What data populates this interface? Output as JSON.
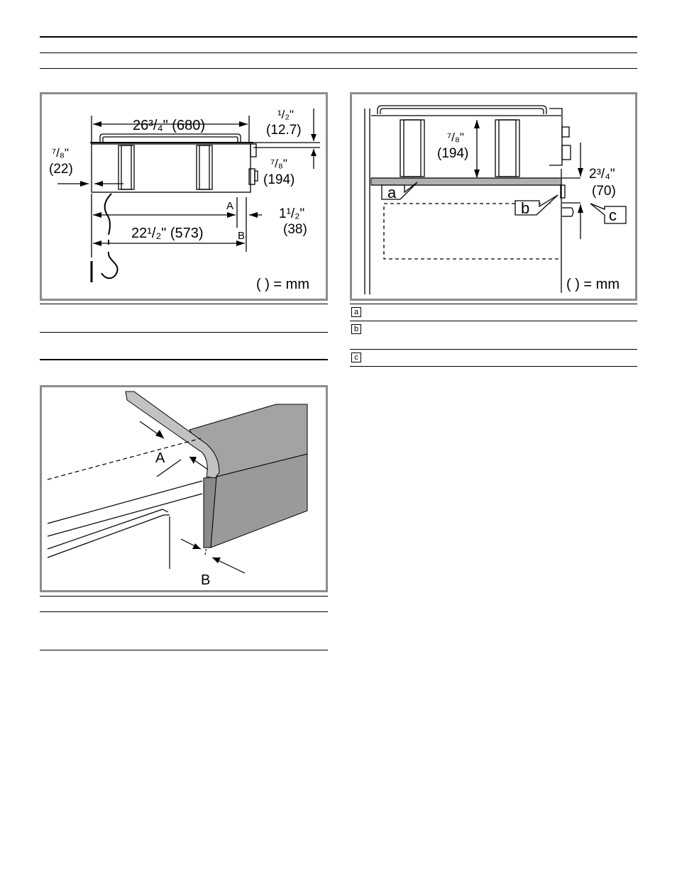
{
  "fig1": {
    "dim_overall": "26³/₄\" (680)",
    "dim_top_frac": "¹/₂\"",
    "dim_top_mm": "(12.7)",
    "dim_left_frac": "⁷/₈\"",
    "dim_left_mm": "(22)",
    "dim_height_frac": "⁷/₈\"",
    "dim_height_mm": "(194)",
    "label_a": "A",
    "label_b": "B",
    "dim_right_frac": "1¹/₂\"",
    "dim_right_mm": "(38)",
    "dim_width": "22¹/₂\" (573)",
    "units": "( ) = mm"
  },
  "fig2": {
    "dim_height_frac": "⁷/₈\"",
    "dim_height_mm": "(194)",
    "dim_side_frac": "2³/₄\"",
    "dim_side_mm": "(70)",
    "callout_a": "a",
    "callout_b": "b",
    "callout_c": "c",
    "units": "( ) = mm"
  },
  "fig3": {
    "label_a": "A",
    "label_b": "B"
  },
  "legend": {
    "key_a": "a",
    "key_b": "b",
    "key_c": "c"
  }
}
